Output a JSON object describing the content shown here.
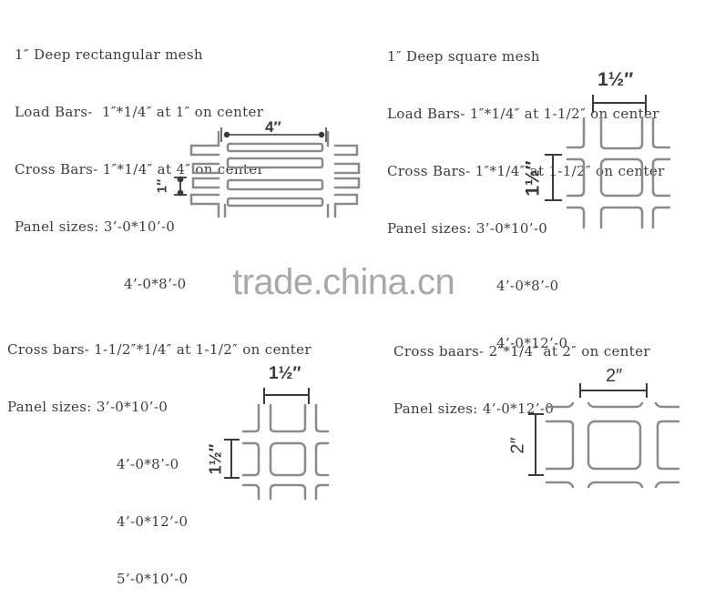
{
  "sections": [
    {
      "id": "rect-mesh",
      "title": "1″ Deep rectangular mesh",
      "load_bars": "Load Bars-  1″*1/4″ at 1″ on center",
      "cross_bars": "Cross Bars- 1″*1/4″ at 4″ on center",
      "panel_label": "Panel sizes: ",
      "panel_sizes": [
        "3’-0*10’-0",
        "4’-0*8’-0"
      ],
      "diagram": {
        "horizontal_dim": "4″",
        "vertical_dim": "1″"
      }
    },
    {
      "id": "square-mesh",
      "title": "1″ Deep square mesh",
      "load_bars": "Load Bars- 1″*1/4″ at 1-1/2″ on center",
      "cross_bars": "Cross Bars- 1″*1/4″ at 1-1/2″ on center",
      "panel_label": "Panel sizes: ",
      "panel_sizes": [
        "3’-0*10’-0",
        "4’-0*8’-0",
        "4’-0*12’-0"
      ],
      "diagram": {
        "horizontal_dim": "1½″",
        "vertical_dim": "1½″"
      }
    },
    {
      "id": "square-mesh-1-5",
      "cross_bars": "Cross bars- 1-1/2″*1/4″ at 1-1/2″ on center",
      "panel_label": "Panel sizes: ",
      "panel_sizes": [
        "3’-0*10’-0",
        "4’-0*8’-0",
        "4’-0*12’-0",
        "5’-0*10’-0"
      ],
      "diagram": {
        "horizontal_dim": "1½″",
        "vertical_dim": "1½″"
      }
    },
    {
      "id": "square-mesh-2",
      "cross_bars": "Cross baars- 2″*1/4″ at 2″ on center",
      "panel_label": "Panel sizes: ",
      "panel_sizes": [
        "4’-0*12’-0"
      ],
      "diagram": {
        "horizontal_dim": "2″",
        "vertical_dim": "2″"
      }
    }
  ],
  "watermark": "trade.china.cn",
  "colors": {
    "text": "#3c3c3c",
    "bar": "#8a8a8a",
    "dim": "#3a3a3a",
    "watermark": "#9a9a9a"
  }
}
